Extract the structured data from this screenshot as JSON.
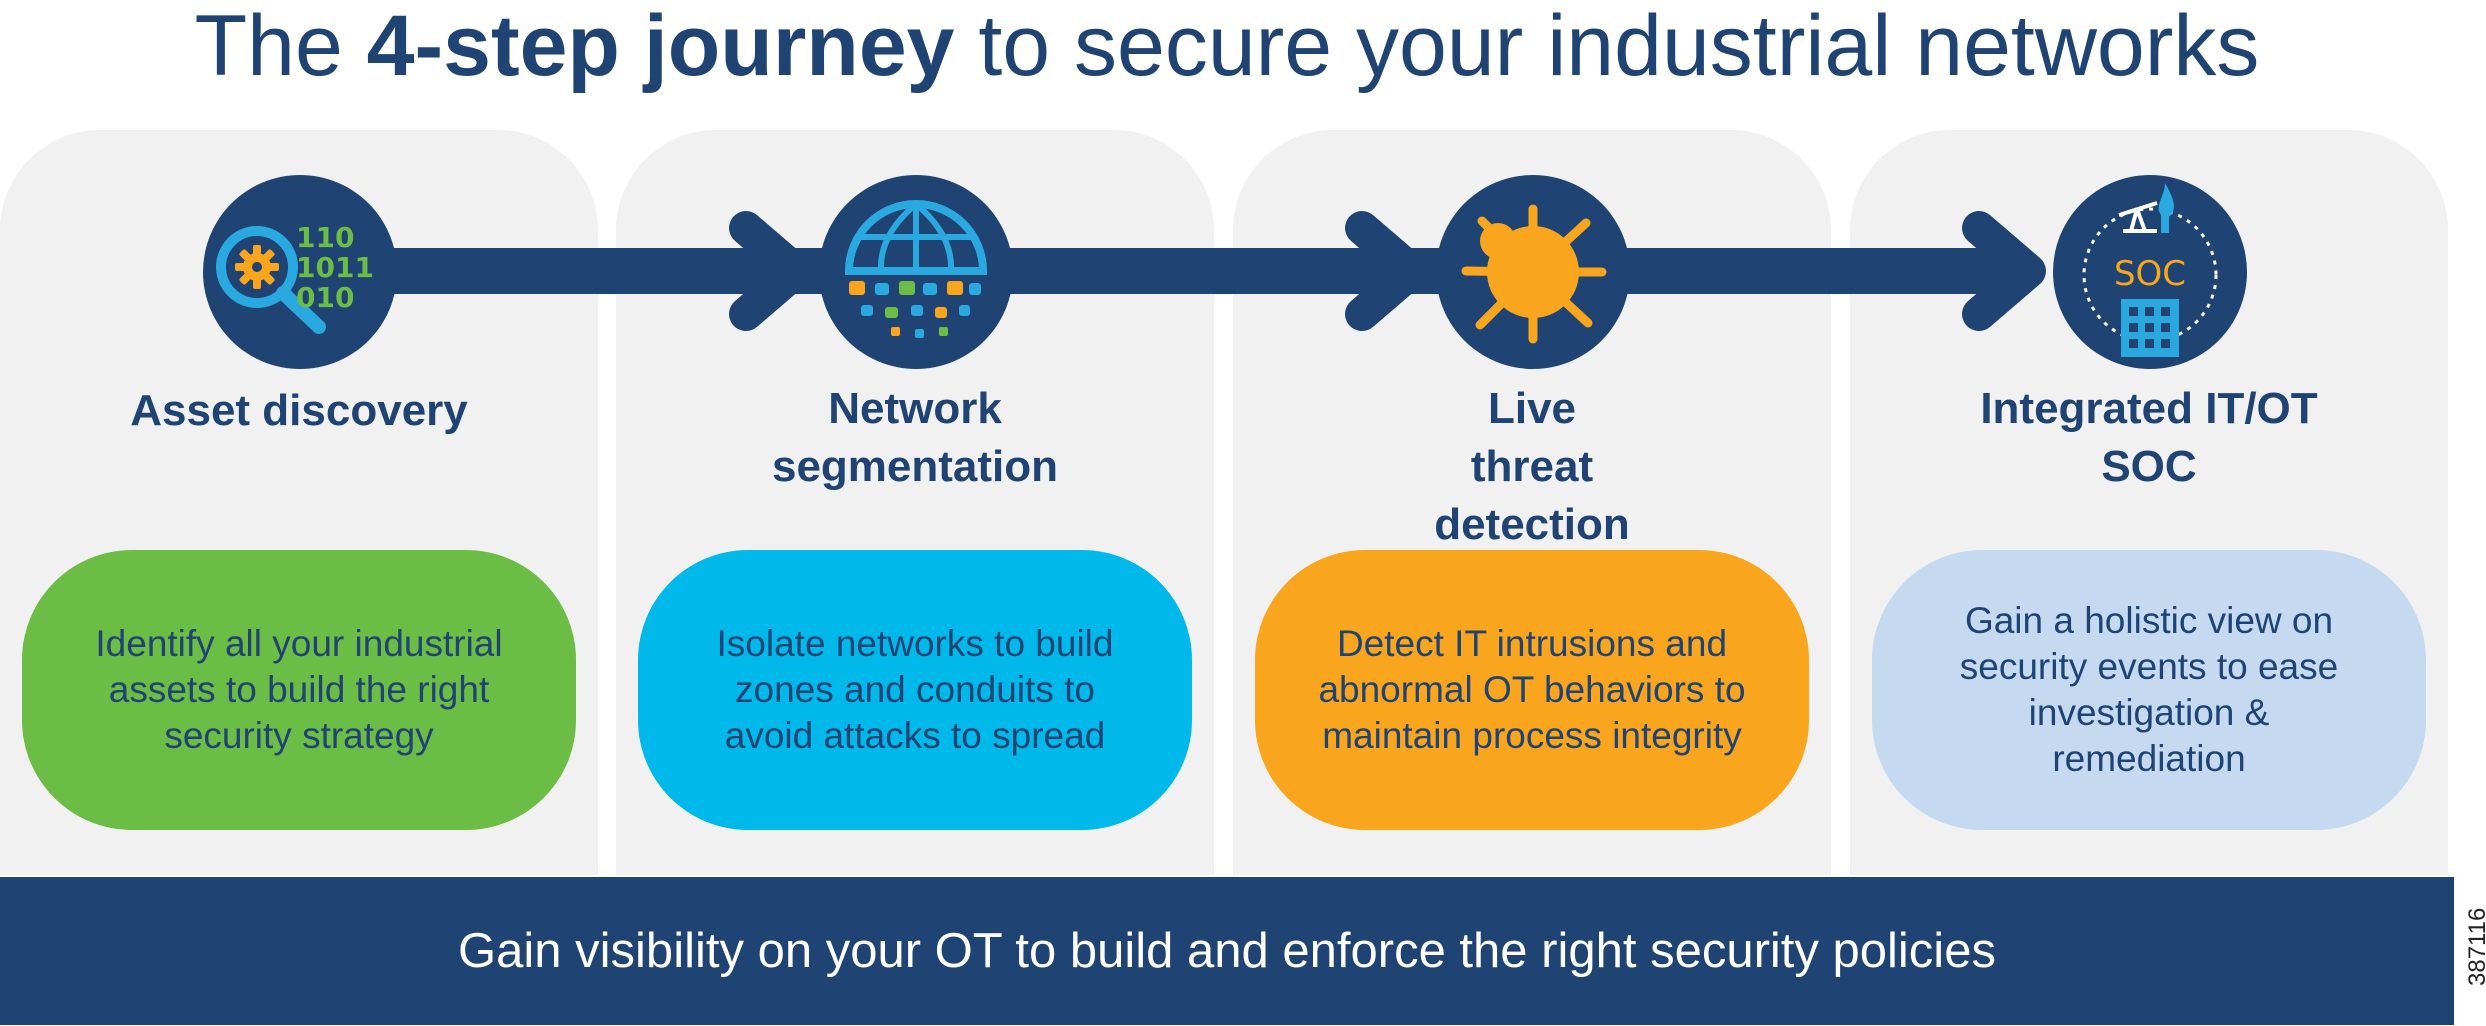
{
  "title": {
    "prefix": "The ",
    "bold": "4-step journey",
    "suffix": " to secure your industrial networks"
  },
  "steps": [
    {
      "title": "Asset discovery",
      "description": "Identify all your industrial assets to build the right security strategy",
      "color": "#6cbd45",
      "icon": "magnifier-gear-binary-icon",
      "icon_text": [
        "110",
        "1011",
        "010"
      ]
    },
    {
      "title": "Network segmentation",
      "description": "Isolate networks to build zones and conduits to avoid attacks to spread",
      "color": "#00b9ea",
      "icon": "globe-segmented-icon"
    },
    {
      "title": "Live threat detection",
      "description": "Detect IT intrusions and abnormal OT behaviors to maintain process integrity",
      "color": "#f9a51d",
      "icon": "bug-threat-icon"
    },
    {
      "title": "Integrated IT/OT SOC",
      "description": "Gain a holistic view on security events to ease investigation & remediation",
      "color": "#c5d9f0",
      "icon": "soc-building-icon",
      "icon_text": "SOC"
    }
  ],
  "footer": "Gain visibility on your OT to build and enforce the right security policies",
  "figure_id": "387116",
  "colors": {
    "navy": "#1f4372",
    "panel": "#f1f1f1",
    "icon_blue": "#2aa9e0",
    "icon_orange": "#f9a51d"
  }
}
